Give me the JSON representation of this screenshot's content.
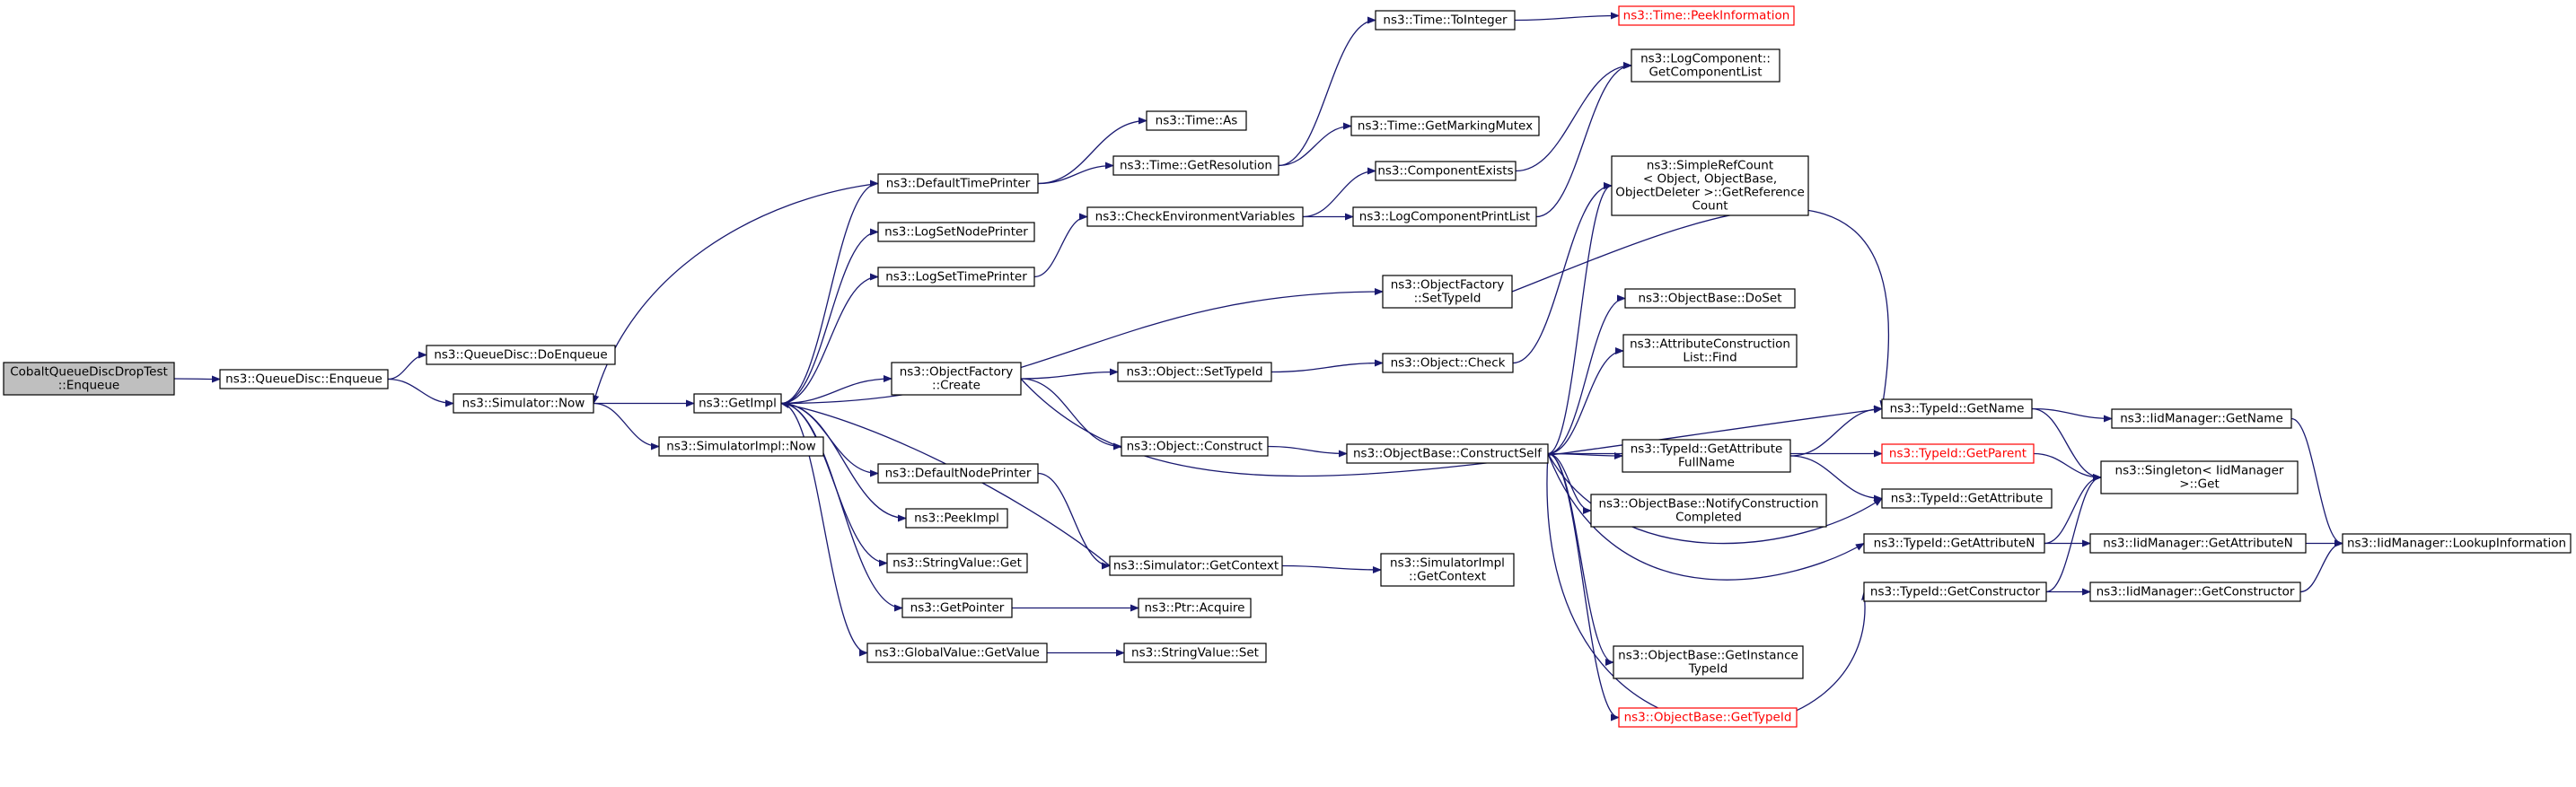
{
  "graph": {
    "colors": {
      "edge": "#191970",
      "root_fill": "#bfbfbf",
      "node_fill": "#ffffff",
      "truncated_border": "#ff0000"
    },
    "nodes": [
      {
        "id": "root",
        "lines": [
          "CobaltQueueDiscDropTest",
          "::Enqueue"
        ],
        "style": "root"
      },
      {
        "id": "qd_enqueue",
        "lines": [
          "ns3::QueueDisc::Enqueue"
        ]
      },
      {
        "id": "qd_doenqueue",
        "lines": [
          "ns3::QueueDisc::DoEnqueue"
        ]
      },
      {
        "id": "sim_now",
        "lines": [
          "ns3::Simulator::Now"
        ]
      },
      {
        "id": "simimpl_now",
        "lines": [
          "ns3::SimulatorImpl::Now"
        ]
      },
      {
        "id": "getimpl",
        "lines": [
          "ns3::GetImpl"
        ]
      },
      {
        "id": "default_time_printer",
        "lines": [
          "ns3::DefaultTimePrinter"
        ]
      },
      {
        "id": "log_node_printer",
        "lines": [
          "ns3::LogSetNodePrinter"
        ]
      },
      {
        "id": "log_time_printer",
        "lines": [
          "ns3::LogSetTimePrinter"
        ]
      },
      {
        "id": "objfactory_create",
        "lines": [
          "ns3::ObjectFactory",
          "::Create"
        ]
      },
      {
        "id": "default_node_printer",
        "lines": [
          "ns3::DefaultNodePrinter"
        ]
      },
      {
        "id": "peekimpl",
        "lines": [
          "ns3::PeekImpl"
        ]
      },
      {
        "id": "stringvalue_get",
        "lines": [
          "ns3::StringValue::Get"
        ]
      },
      {
        "id": "getpointer",
        "lines": [
          "ns3::GetPointer"
        ]
      },
      {
        "id": "globalvalue_getvalue",
        "lines": [
          "ns3::GlobalValue::GetValue"
        ]
      },
      {
        "id": "time_as",
        "lines": [
          "ns3::Time::As"
        ]
      },
      {
        "id": "time_getresolution",
        "lines": [
          "ns3::Time::GetResolution"
        ]
      },
      {
        "id": "check_env",
        "lines": [
          "ns3::CheckEnvironmentVariables"
        ]
      },
      {
        "id": "object_settypeid",
        "lines": [
          "ns3::Object::SetTypeId"
        ]
      },
      {
        "id": "object_construct",
        "lines": [
          "ns3::Object::Construct"
        ]
      },
      {
        "id": "sim_getcontext",
        "lines": [
          "ns3::Simulator::GetContext"
        ]
      },
      {
        "id": "ptr_acquire",
        "lines": [
          "ns3::Ptr::Acquire"
        ]
      },
      {
        "id": "stringvalue_set",
        "lines": [
          "ns3::StringValue::Set"
        ]
      },
      {
        "id": "time_tointeger",
        "lines": [
          "ns3::Time::ToInteger"
        ]
      },
      {
        "id": "time_getmarkingmutex",
        "lines": [
          "ns3::Time::GetMarkingMutex"
        ]
      },
      {
        "id": "component_exists",
        "lines": [
          "ns3::ComponentExists"
        ]
      },
      {
        "id": "log_component_printlist",
        "lines": [
          "ns3::LogComponentPrintList"
        ]
      },
      {
        "id": "objfactory_settypeid",
        "lines": [
          "ns3::ObjectFactory",
          "::SetTypeId"
        ]
      },
      {
        "id": "object_check",
        "lines": [
          "ns3::Object::Check"
        ]
      },
      {
        "id": "objectbase_constructself",
        "lines": [
          "ns3::ObjectBase::ConstructSelf"
        ]
      },
      {
        "id": "simimpl_getcontext",
        "lines": [
          "ns3::SimulatorImpl",
          "::GetContext"
        ]
      },
      {
        "id": "time_peekinformation",
        "lines": [
          "ns3::Time::PeekInformation"
        ],
        "style": "truncated"
      },
      {
        "id": "log_getcomponentlist",
        "lines": [
          "ns3::LogComponent::",
          "GetComponentList"
        ]
      },
      {
        "id": "simplerefcount",
        "lines": [
          "ns3::SimpleRefCount",
          "< Object, ObjectBase,",
          "ObjectDeleter >::GetReference",
          "Count"
        ]
      },
      {
        "id": "objectbase_doset",
        "lines": [
          "ns3::ObjectBase::DoSet"
        ]
      },
      {
        "id": "attrconstr_find",
        "lines": [
          "ns3::AttributeConstruction",
          "List::Find"
        ]
      },
      {
        "id": "typeid_getattrfullname",
        "lines": [
          "ns3::TypeId::GetAttribute",
          "FullName"
        ]
      },
      {
        "id": "objectbase_notify",
        "lines": [
          "ns3::ObjectBase::NotifyConstruction",
          "Completed"
        ]
      },
      {
        "id": "objectbase_getinstance",
        "lines": [
          "ns3::ObjectBase::GetInstance",
          "TypeId"
        ]
      },
      {
        "id": "objectbase_gettypeid",
        "lines": [
          "ns3::ObjectBase::GetTypeId"
        ],
        "style": "truncated"
      },
      {
        "id": "typeid_getname",
        "lines": [
          "ns3::TypeId::GetName"
        ]
      },
      {
        "id": "typeid_getparent",
        "lines": [
          "ns3::TypeId::GetParent"
        ],
        "style": "truncated"
      },
      {
        "id": "typeid_getattribute",
        "lines": [
          "ns3::TypeId::GetAttribute"
        ]
      },
      {
        "id": "typeid_getattributen",
        "lines": [
          "ns3::TypeId::GetAttributeN"
        ]
      },
      {
        "id": "typeid_getconstructor",
        "lines": [
          "ns3::TypeId::GetConstructor"
        ]
      },
      {
        "id": "iid_getname",
        "lines": [
          "ns3::IidManager::GetName"
        ]
      },
      {
        "id": "singleton_get",
        "lines": [
          "ns3::Singleton< IidManager",
          ">::Get"
        ]
      },
      {
        "id": "iid_getattributen",
        "lines": [
          "ns3::IidManager::GetAttributeN"
        ]
      },
      {
        "id": "iid_getconstructor",
        "lines": [
          "ns3::IidManager::GetConstructor"
        ]
      },
      {
        "id": "iid_lookupinformation",
        "lines": [
          "ns3::IidManager::LookupInformation"
        ]
      }
    ]
  }
}
